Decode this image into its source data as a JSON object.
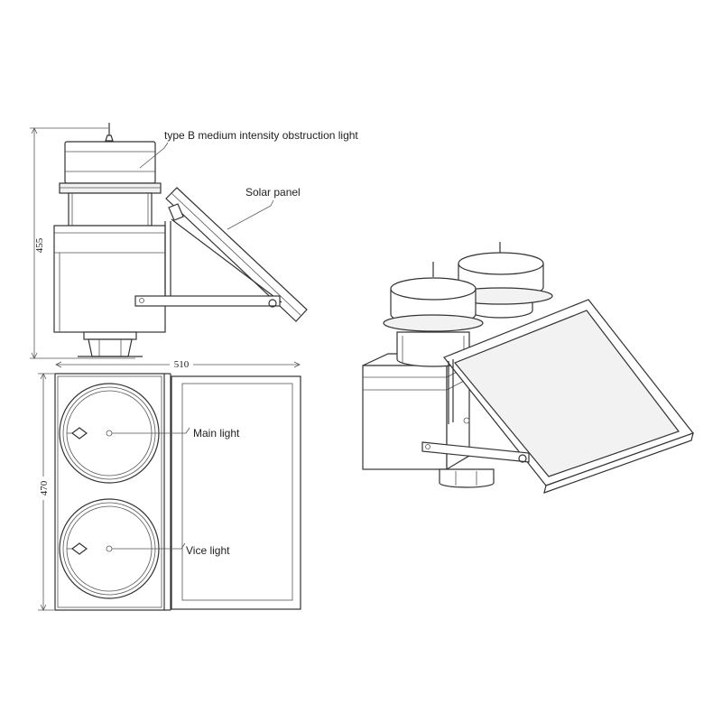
{
  "labels": {
    "obstruction_light": "type B medium intensity obstruction light",
    "solar_panel": "Solar panel",
    "main_light": "Main light",
    "vice_light": "Vice light"
  },
  "dimensions": {
    "height_side": "455",
    "width_top": "510",
    "height_top": "470"
  }
}
